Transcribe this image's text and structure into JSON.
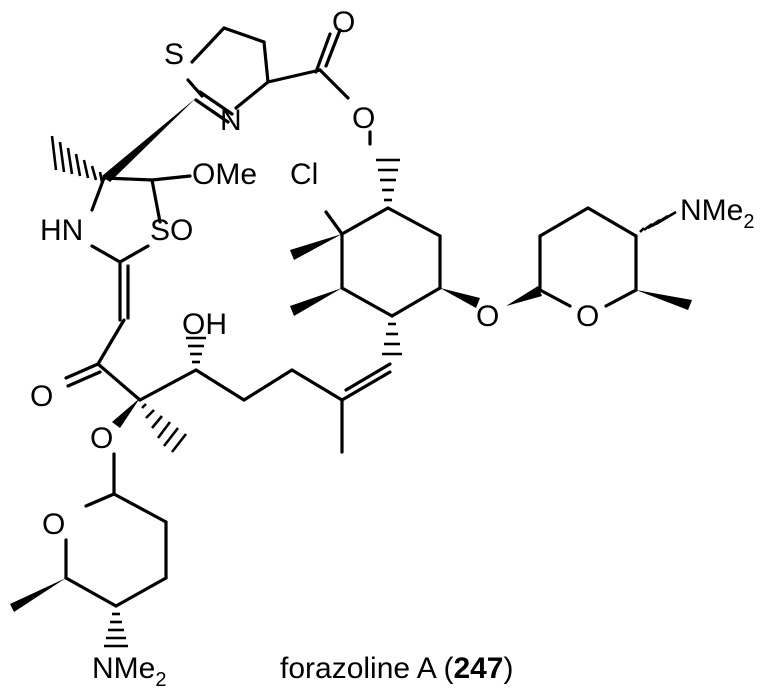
{
  "structure": {
    "atoms": {
      "s_ring_top": "S",
      "n_thiazoline": "N",
      "o_carbonyl_top": "O",
      "o_ester": "O",
      "ome": "OMe",
      "cl": "Cl",
      "hn": "HN",
      "so": "SO",
      "nme2_right": "NMe",
      "nme2_right_sub": "2",
      "oh": "OH",
      "o_ketone": "O",
      "o_glycoside_right": "O",
      "o_ring_right": "O",
      "o_glycoside_left": "O",
      "o_ring_left": "O",
      "nme2_left": "NMe",
      "nme2_left_sub": "2"
    }
  },
  "caption": {
    "name": "forazoline A (",
    "number": "247",
    "close": ")"
  }
}
